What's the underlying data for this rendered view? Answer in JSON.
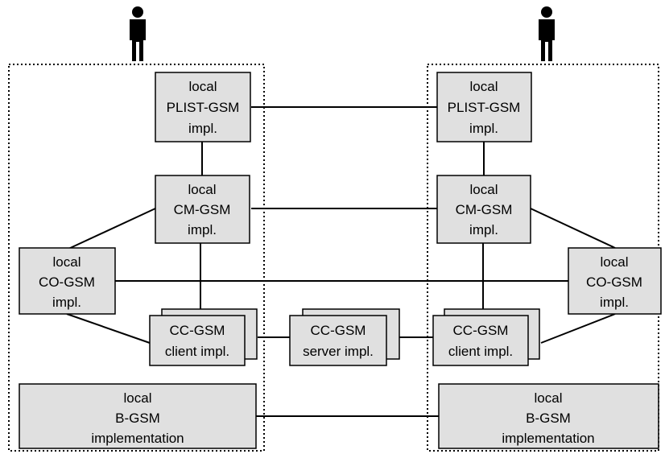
{
  "diagram": {
    "left_side": {
      "plist": {
        "lines": [
          "local",
          "PLIST-GSM",
          "impl."
        ]
      },
      "cm": {
        "lines": [
          "local",
          "CM-GSM",
          "impl."
        ]
      },
      "co": {
        "lines": [
          "local",
          "CO-GSM",
          "impl."
        ]
      },
      "cc_client": {
        "lines": [
          "CC-GSM",
          "client impl."
        ]
      },
      "bgsm": {
        "lines": [
          "local",
          "B-GSM",
          "implementation"
        ]
      }
    },
    "center": {
      "cc_server": {
        "lines": [
          "CC-GSM",
          "server impl."
        ]
      }
    },
    "right_side": {
      "plist": {
        "lines": [
          "local",
          "PLIST-GSM",
          "impl."
        ]
      },
      "cm": {
        "lines": [
          "local",
          "CM-GSM",
          "impl."
        ]
      },
      "co": {
        "lines": [
          "local",
          "CO-GSM",
          "impl."
        ]
      },
      "cc_client": {
        "lines": [
          "CC-GSM",
          "client impl."
        ]
      },
      "bgsm": {
        "lines": [
          "local",
          "B-GSM",
          "implementation"
        ]
      }
    },
    "users": [
      "user-icon",
      "user-icon"
    ],
    "colors": {
      "box_fill": "#e0e0e0",
      "line": "#000000"
    }
  }
}
